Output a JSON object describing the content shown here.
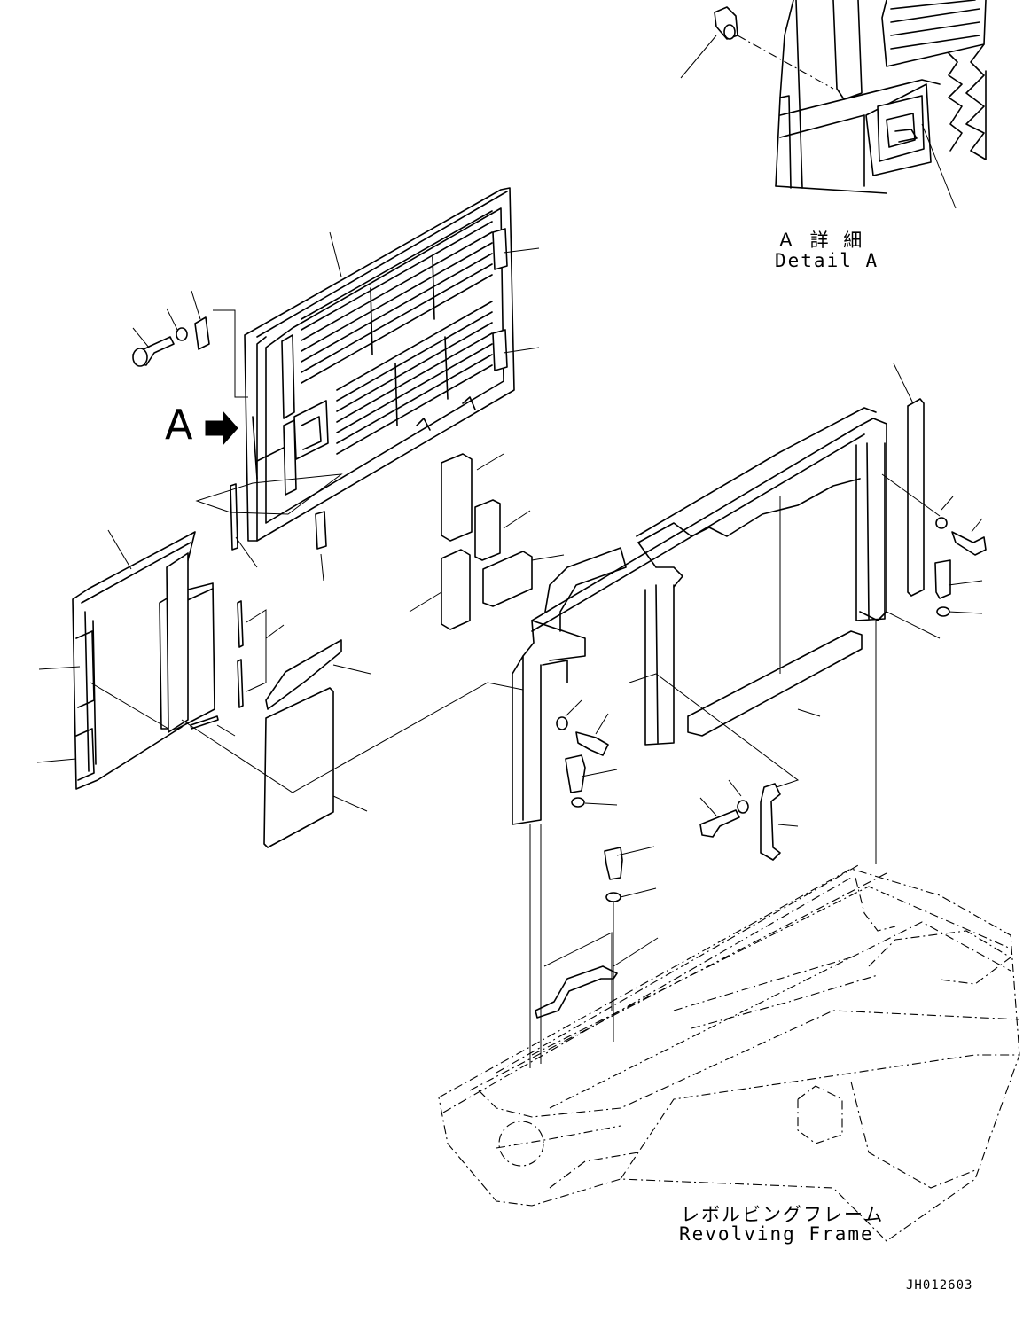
{
  "view_marker": "A",
  "detail": {
    "label_jp": "Ａ 詳 細",
    "label_en": "Detail A"
  },
  "frame": {
    "label_jp": "レボルビングフレーム",
    "label_en": "Revolving Frame"
  },
  "drawing_number": "JH012603"
}
